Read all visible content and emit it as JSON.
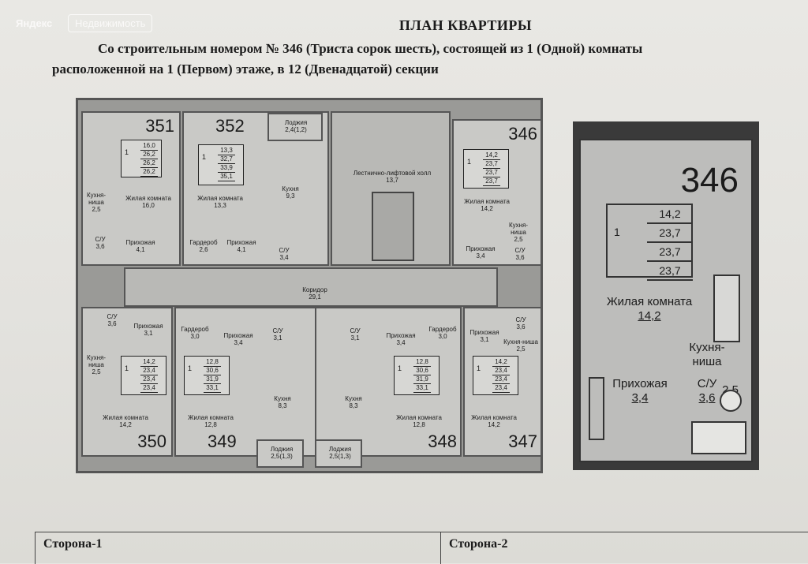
{
  "watermark": {
    "logo": "Яндекс",
    "tag": "Недвижимость"
  },
  "header": {
    "title": "ПЛАН КВАРТИРЫ",
    "line1": "Со строительным номером № 346 (Триста сорок шесть), состоящей из 1 (Одной) комнаты",
    "line2": "расположенной на 1 (Первом) этаже, в 12 (Двенадцатой) секции",
    "line3": ""
  },
  "plan": {
    "apartments": [
      {
        "num": "351",
        "rooms": "1",
        "vals": [
          "16,0",
          "26,2",
          "26,2",
          "26,2"
        ]
      },
      {
        "num": "352",
        "rooms": "1",
        "vals": [
          "13,3",
          "32,7",
          "33,9",
          "35,1"
        ]
      },
      {
        "num": "346",
        "rooms": "1",
        "vals": [
          "14,2",
          "23,7",
          "23,7",
          "23,7"
        ]
      },
      {
        "num": "350",
        "rooms": "1",
        "vals": [
          "14,2",
          "23,4",
          "23,4",
          "23,4"
        ]
      },
      {
        "num": "349",
        "rooms": "1",
        "vals": [
          "12,8",
          "30,6",
          "31,9",
          "33,1"
        ]
      },
      {
        "num": "348",
        "rooms": "1",
        "vals": [
          "12,8",
          "30,6",
          "31,9",
          "33,1"
        ]
      },
      {
        "num": "347",
        "rooms": "1",
        "vals": [
          "14,2",
          "23,4",
          "23,4",
          "23,4"
        ]
      }
    ],
    "labels": {
      "loggia_top": "Лоджия\n2,4(1,2)",
      "stair_hall": "Лестнично-лифтовой холл\n13,7",
      "corridor": "Коридор\n29,1",
      "loggia_bl": "Лоджия\n2,5(1,3)",
      "loggia_br": "Лоджия\n2,5(1,3)",
      "living_351": "Жилая комната\n16,0",
      "kitchen_351": "Кухня-\nниша\n2,5",
      "hall_351": "Прихожая\n4,1",
      "su_351": "С/У\n3,6",
      "living_352": "Жилая комната\n13,3",
      "kitchen_352": "Кухня\n9,3",
      "gard_352": "Гардероб\n2,6",
      "hall_352": "Прихожая\n4,1",
      "su_352": "С/У\n3,4",
      "living_346": "Жилая комната\n14,2",
      "kitchen_346": "Кухня-\nниша\n2,5",
      "hall_346": "Прихожая\n3,4",
      "su_346": "С/У\n3,6",
      "living_350": "Жилая комната\n14,2",
      "kitchen_350": "Кухня-\nниша\n2,5",
      "hall_350": "Прихожая\n3,1",
      "su_350": "С/У\n3,6",
      "living_349": "Жилая комната\n12,8",
      "kitchen_349": "Кухня\n8,3",
      "gard_349": "Гардероб\n3,0",
      "hall_349": "Прихожая\n3,4",
      "su_349": "С/У\n3,1",
      "living_348": "Жилая комната\n12,8",
      "kitchen_348": "Кухня\n8,3",
      "gard_348": "Гардероб\n3,0",
      "hall_348": "Прихожая\n3,4",
      "su_348": "С/У\n3,1",
      "living_347": "Жилая комната\n14,2",
      "kitchen_347": "Кухня-ниша\n2,5",
      "hall_347": "Прихожая\n3,1",
      "su_347": "С/У\n3,6"
    }
  },
  "detail": {
    "num": "346",
    "rooms": "1",
    "vals": [
      "14,2",
      "23,7",
      "23,7",
      "23,7"
    ],
    "living_label": "Жилая комната",
    "living_value": "14,2",
    "kitchen_label": "Кухня-\nниша",
    "kitchen_value": "2,5",
    "hall_label": "Прихожая",
    "hall_value": "3,4",
    "su_label": "С/У",
    "su_value": "3,6"
  },
  "sides": {
    "side1": "Сторона-1",
    "side2": "Сторона-2"
  }
}
